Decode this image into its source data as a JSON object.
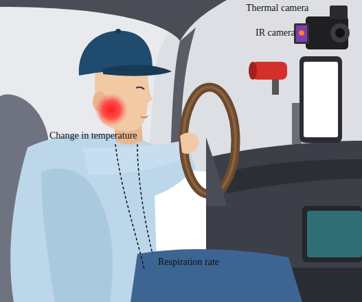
{
  "diagram": {
    "labels": [
      "Thermal camera",
      "IR camera",
      "Change in temperature",
      "Respiration rate"
    ]
  }
}
